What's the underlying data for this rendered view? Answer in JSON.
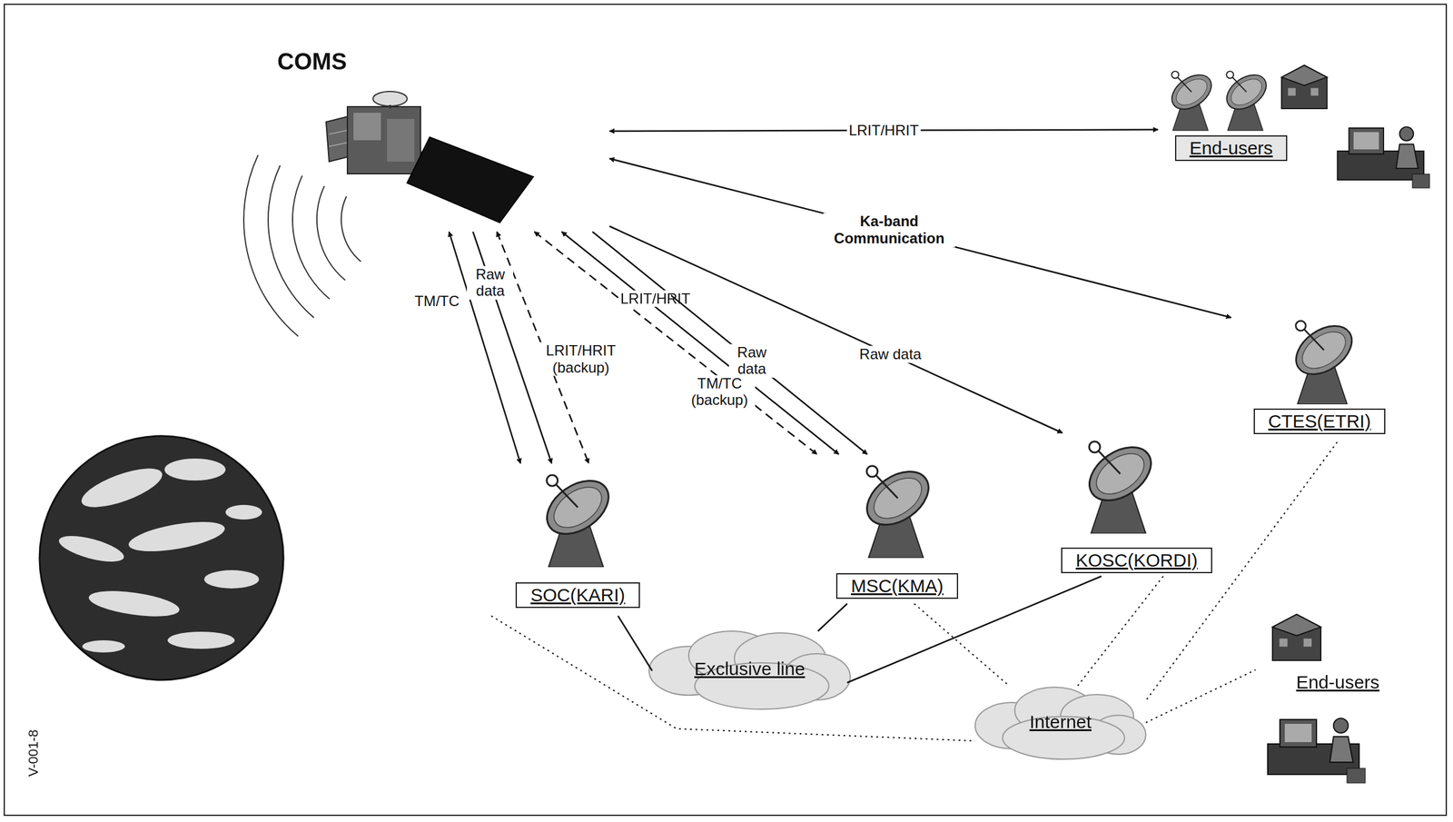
{
  "diagram": {
    "nodes": [
      {
        "text": [
          "COMS"
        ]
      },
      {
        "text": [
          "End-users"
        ]
      },
      {
        "text": [
          "CTES(ETRI)"
        ]
      },
      {
        "text": [
          "SOC(KARI)"
        ]
      },
      {
        "text": [
          "MSC(KMA)"
        ]
      },
      {
        "text": [
          "KOSC(KORDI)"
        ]
      },
      {
        "text": [
          "Exclusive line"
        ]
      },
      {
        "text": [
          "Internet"
        ]
      },
      {
        "text": [
          "End-users"
        ]
      }
    ],
    "edges": [
      {
        "from": 0,
        "to": 1,
        "label": "LRIT/HRIT",
        "arrow": "both"
      },
      {
        "from": 0,
        "to": 2,
        "label": "Ka-band Communication",
        "arrow": "both"
      },
      {
        "from": 0,
        "to": 3,
        "label": "TM/TC",
        "arrow": "both"
      },
      {
        "from": 0,
        "to": 3,
        "label": "Raw data",
        "arrow": "to"
      },
      {
        "from": 0,
        "to": 3,
        "label": "LRIT/HRIT (backup)",
        "arrow": "both"
      },
      {
        "from": 0,
        "to": 4,
        "label": "LRIT/HRIT",
        "arrow": "both"
      },
      {
        "from": 0,
        "to": 4,
        "label": "TM/TC (backup)",
        "arrow": "both"
      },
      {
        "from": 0,
        "to": 4,
        "label": "Raw data",
        "arrow": "to"
      },
      {
        "from": 0,
        "to": 5,
        "label": "Raw data",
        "arrow": "to"
      },
      {
        "from": 3,
        "to": 6,
        "arrow": "none"
      },
      {
        "from": 4,
        "to": 6,
        "arrow": "none"
      },
      {
        "from": 5,
        "to": 6,
        "arrow": "none"
      },
      {
        "from": 3,
        "to": 7,
        "arrow": "none"
      },
      {
        "from": 4,
        "to": 7,
        "arrow": "none"
      },
      {
        "from": 5,
        "to": 7,
        "arrow": "none"
      },
      {
        "from": 2,
        "to": 7,
        "arrow": "none"
      },
      {
        "from": 7,
        "to": 8,
        "arrow": "none"
      }
    ],
    "labels": [
      "V-001-8"
    ]
  }
}
